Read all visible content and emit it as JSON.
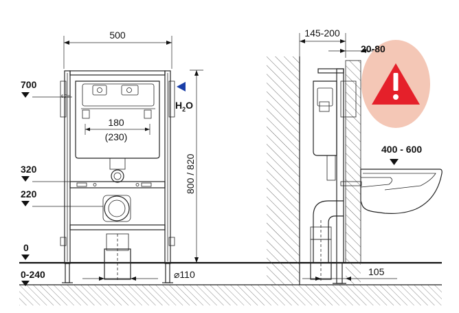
{
  "front_view": {
    "width_label": "500",
    "height_label": "800 / 820",
    "flush_label_top": "180",
    "flush_label_bottom": "(230)",
    "pipe_label": "⌀110",
    "small_label": "6,7m",
    "water_label": "H",
    "water_sub": "2",
    "water_tail": "O"
  },
  "levels": {
    "l700": "700",
    "l320": "320",
    "l220": "220",
    "l0": "0",
    "l0240": "0-240"
  },
  "side_view": {
    "depth_label": "145-200",
    "tile_label": "20-80",
    "bowl_label": "400 - 600",
    "offset_label": "105"
  },
  "colors": {
    "warning_circle": "#f4c7b6",
    "warning_triangle": "#e5202a",
    "water_arrow": "#1a3fa8"
  }
}
